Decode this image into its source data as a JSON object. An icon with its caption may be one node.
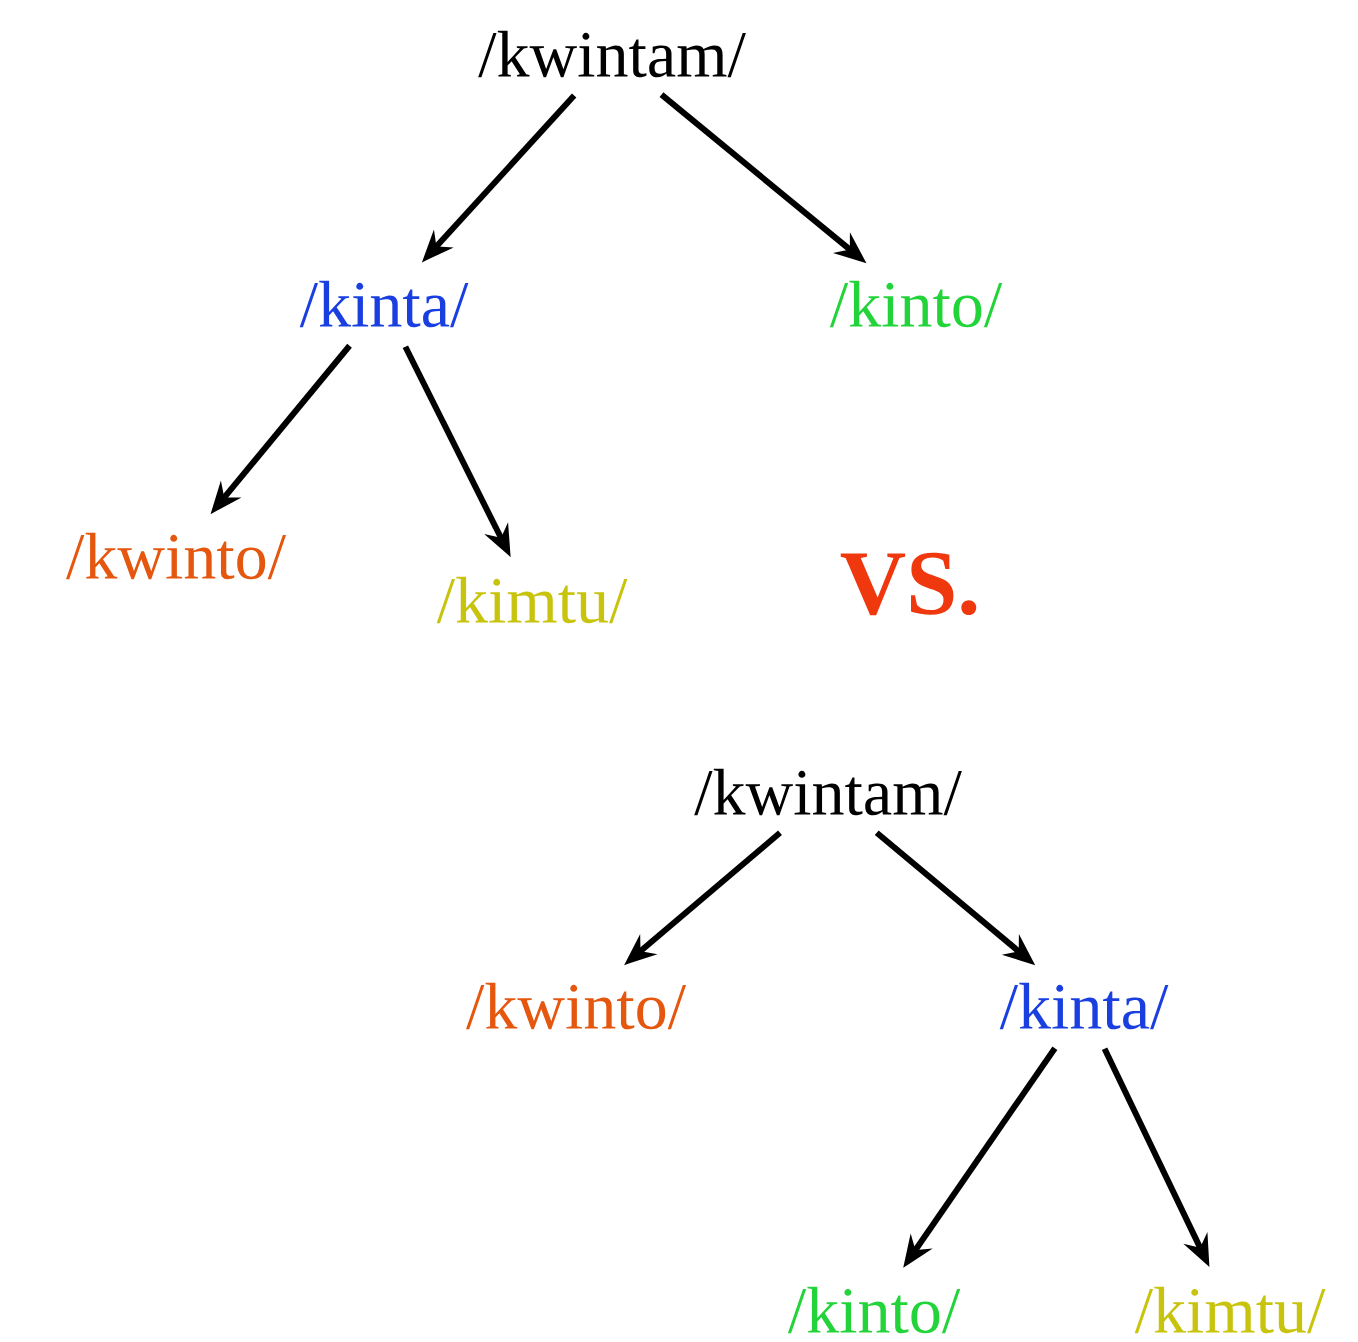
{
  "diagram": {
    "nodes": [
      {
        "text": [
          "/kwintam/"
        ]
      },
      {
        "text": [
          "/kinta/"
        ]
      },
      {
        "text": [
          "/kinto/"
        ]
      },
      {
        "text": [
          "/kwinto/"
        ]
      },
      {
        "text": [
          "/kimtu/"
        ]
      },
      {
        "text": [
          "/kwintam/"
        ]
      },
      {
        "text": [
          "/kwinto/"
        ]
      },
      {
        "text": [
          "/kinta/"
        ]
      },
      {
        "text": [
          "/kinto/"
        ]
      },
      {
        "text": [
          "/kimtu/"
        ]
      }
    ],
    "edges": [
      {
        "from": 0,
        "to": 1,
        "arrow": "to"
      },
      {
        "from": 0,
        "to": 2,
        "arrow": "to"
      },
      {
        "from": 1,
        "to": 3,
        "arrow": "to"
      },
      {
        "from": 1,
        "to": 4,
        "arrow": "to"
      },
      {
        "from": 5,
        "to": 6,
        "arrow": "to"
      },
      {
        "from": 5,
        "to": 7,
        "arrow": "to"
      },
      {
        "from": 7,
        "to": 8,
        "arrow": "to"
      },
      {
        "from": 7,
        "to": 9,
        "arrow": "to"
      }
    ],
    "labels": [
      "VS."
    ]
  }
}
